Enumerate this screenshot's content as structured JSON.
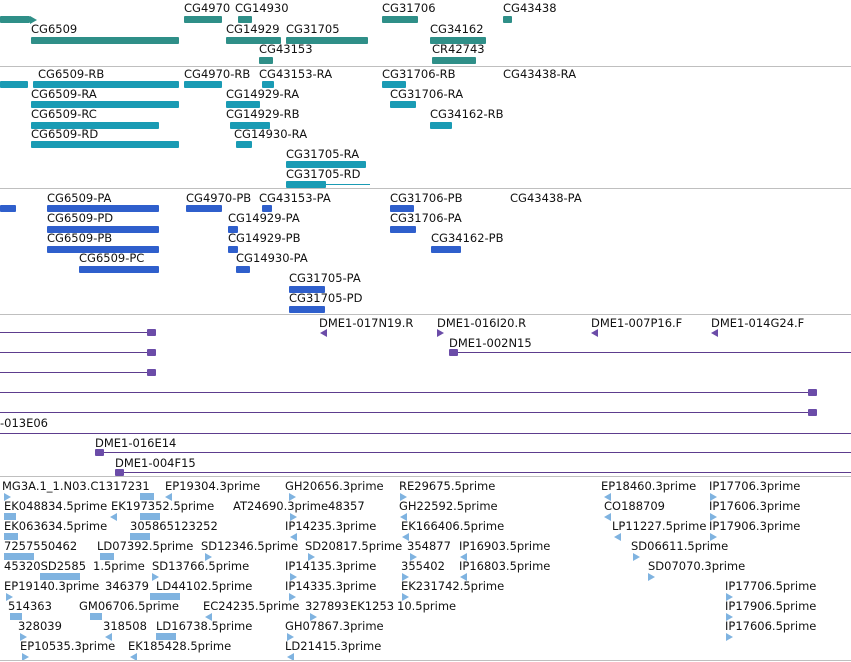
{
  "genes": {
    "labels": [
      "CG4970",
      "CG14930",
      "CG31706",
      "CG43438",
      "CG6509",
      "CG14929",
      "CG31705",
      "CG34162",
      "CG43153",
      "CR42743"
    ]
  },
  "transcripts": {
    "labels": [
      "CG6509-RB",
      "CG4970-RB",
      "CG43153-RA",
      "CG31706-RB",
      "CG43438-RA",
      "CG6509-RA",
      "CG14929-RA",
      "CG31706-RA",
      "CG6509-RC",
      "CG14929-RB",
      "CG34162-RB",
      "CG6509-RD",
      "CG14930-RA",
      "CG31705-RA",
      "CG31705-RD"
    ]
  },
  "proteins": {
    "labels": [
      "CG6509-PA",
      "CG4970-PB",
      "CG43153-PA",
      "CG31706-PB",
      "CG43438-PA",
      "CG6509-PD",
      "CG14929-PA",
      "CG31706-PA",
      "CG6509-PB",
      "CG14929-PB",
      "CG34162-PB",
      "CG6509-PC",
      "CG14930-PA",
      "CG31705-PA",
      "CG31705-PD"
    ]
  },
  "clones": {
    "labels": [
      "DME1-017N19.R",
      "DME1-016I20.R",
      "DME1-007P16.F",
      "DME1-014G24.F",
      "DME1-002N15",
      "-013E06",
      "DME1-016E14",
      "DME1-004F15"
    ]
  },
  "ests": {
    "labels": [
      "MG3A.1_1.N03.C1317231",
      "EP19304.3prime",
      "GH20656.3prime",
      "RE29675.5prime",
      "EP18460.3prime",
      "IP17706.3prime",
      "EK048834.5prime",
      "EK197352.5prime",
      "AT24690.3prime48357",
      "GH22592.5prime",
      "CO188709",
      "IP17606.3prime",
      "EK063634.5prime",
      "305865123252",
      "IP14235.3prime",
      "EK166406.5prime",
      "LP11227.5prime",
      "IP17906.3prime",
      "7257550462",
      "LD07392.5prime",
      "SD12346.5prime",
      "SD20817.5prime",
      "354877",
      "IP16903.5prime",
      "SD06611.5prime",
      "45320SD2585",
      "1.5prime",
      "SD13766.5prime",
      "IP14135.3prime",
      "355402",
      "IP16803.5prime",
      "SD07070.3prime",
      "EP19140.3prime",
      "346379",
      "LD44102.5prime",
      "IP14335.3prime",
      "EK231742.5prime",
      "IP17706.5prime",
      "514363",
      "GM06706.5prime",
      "EC24235.5prime",
      "327893",
      "EK1253",
      "10.5prime",
      "IP17906.5prime",
      "328039",
      "318508",
      "LD16738.5prime",
      "GH07867.3prime",
      "IP17606.5prime",
      "EP10535.3prime",
      "EK185428.5prime",
      "LD21415.3prime"
    ]
  },
  "colors": {
    "gene": "#2f8f88",
    "transcript": "#1a9bb4",
    "protein": "#2f5fcc",
    "clone": "#6b4ca8",
    "est": "#7fb3e0"
  }
}
